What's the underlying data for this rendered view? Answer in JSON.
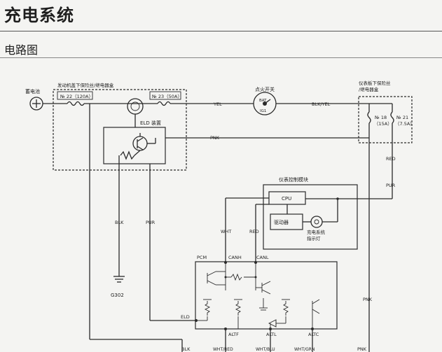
{
  "header": {
    "title": "充电系统",
    "section": "电路图"
  },
  "labels": {
    "battery": "蓄电池",
    "underhood_box": "发动机盖下保险丝/继电器盒",
    "fuse22": "№ 22（120A）",
    "fuse23": "№ 23（50A）",
    "eld_unit": "ELD 装置",
    "ignition_switch": "点火开关",
    "bat": "BAT",
    "ig1": "IG1",
    "dash_box_line1": "仪表板下保险丝",
    "dash_box_line2": "/继电器盒",
    "fuse18_no": "№ 18",
    "fuse18_amp": "（15A）",
    "fuse21_no": "№ 21",
    "fuse21_amp": "（7.5A）",
    "gauge_module": "仪表控制模块",
    "cpu": "CPU",
    "driver": "驱动器",
    "lamp_line1": "充电系统",
    "lamp_line2": "指示灯",
    "ground": "G302",
    "pcm": "PCM",
    "canh": "CANH",
    "canl": "CANL",
    "eld": "ELD",
    "altf": "ALTF",
    "altl": "ALTL",
    "altc": "ALTC"
  },
  "wires": {
    "yel": "YEL",
    "blk_yel": "BLK/YEL",
    "pnk_top": "PNK",
    "red_right": "RED",
    "pur_right": "PUR",
    "blk_left": "BLK",
    "pur_left": "PUR",
    "wht": "WHT",
    "red_mid": "RED",
    "pnk_right": "PNK",
    "blk_bottom": "BLK",
    "wht_red": "WHT/RED",
    "wht_blu": "WHT/BLU",
    "wht_grn": "WHT/GRN",
    "pnk_bottom": "PNK"
  }
}
